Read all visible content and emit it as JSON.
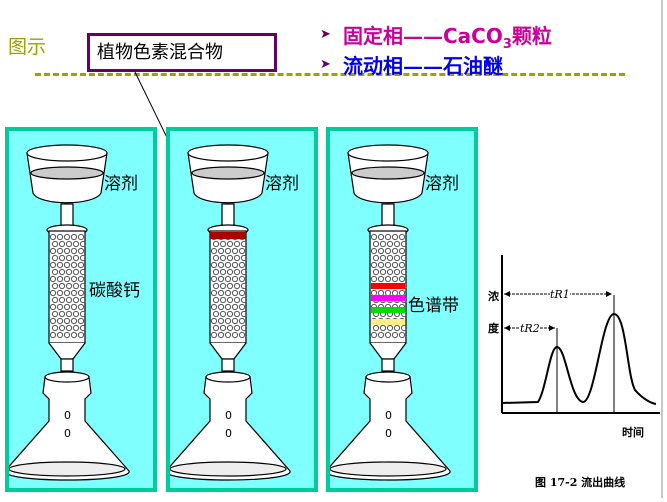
{
  "header": {
    "section_label": "图示",
    "mixture_label": "植物色素混合物",
    "stationary_phase": {
      "name": "固定相",
      "dash": "——",
      "formula_main": "CaCO",
      "formula_sub": "3",
      "suffix": "颗粒"
    },
    "mobile_phase": {
      "name": "流动相",
      "dash": "——",
      "value": "石油醚"
    },
    "bullet_icon": "arrow-bullet-icon"
  },
  "panels": [
    {
      "solvent_label": "溶剂",
      "column_label": "碳酸钙"
    },
    {
      "solvent_label": "溶剂"
    },
    {
      "solvent_label": "溶剂",
      "column_label": "色谱带",
      "band_colors": [
        "#ff0000",
        "#ff00ff",
        "#00dd00",
        "#ffee88"
      ]
    }
  ],
  "colors": {
    "panel_bg": "#80ffff",
    "panel_border": "#00cc99",
    "sample_band": "#aa0000"
  },
  "elution_graph": {
    "y_label_1": "浓",
    "y_label_2": "度",
    "x_label": "时间",
    "tr1": "tR1",
    "tr2": "tR2",
    "caption": "图 17-2  流出曲线"
  }
}
